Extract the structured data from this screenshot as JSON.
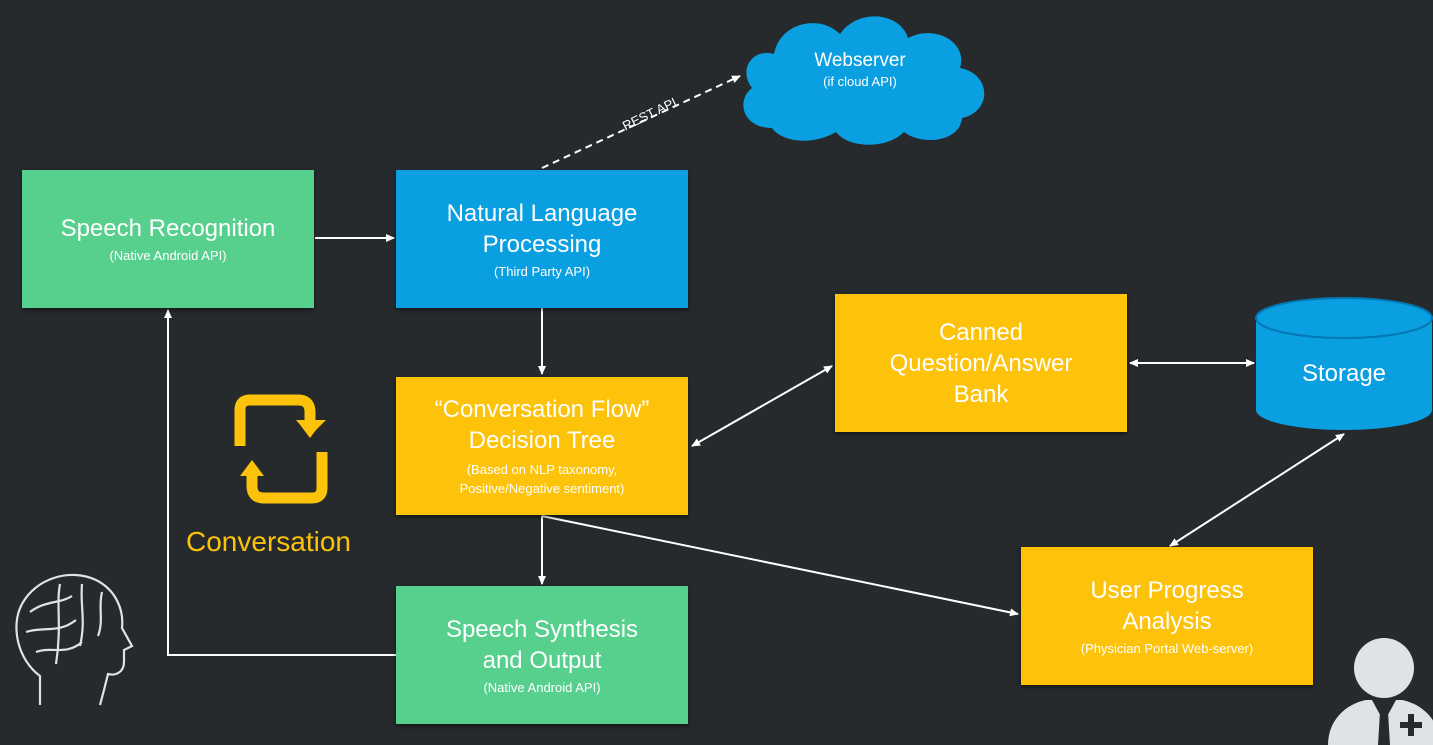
{
  "colors": {
    "background": "#262a2c",
    "green": "#57d08e",
    "blue": "#0a9fe0",
    "yellow": "#fdc20a",
    "cloud": "#0a9fe0",
    "arrow": "#ffffff"
  },
  "nodes": {
    "speech_recognition": {
      "title": "Speech Recognition",
      "subtitle": "(Native Android API)"
    },
    "nlp": {
      "title_line1": "Natural Language",
      "title_line2": "Processing",
      "subtitle": "(Third Party API)"
    },
    "decision_tree": {
      "title_line1": "“Conversation Flow”",
      "title_line2": "Decision Tree",
      "subtitle_line1": "(Based on NLP taxonomy,",
      "subtitle_line2": "Positive/Negative sentiment)"
    },
    "canned_bank": {
      "title_line1": "Canned",
      "title_line2": "Question/Answer",
      "title_line3": "Bank"
    },
    "storage": {
      "title": "Storage"
    },
    "speech_synthesis": {
      "title_line1": "Speech Synthesis",
      "title_line2": "and Output",
      "subtitle": "(Native Android API)"
    },
    "user_progress": {
      "title_line1": "User Progress",
      "title_line2": "Analysis",
      "subtitle": "(Physician Portal Web-server)"
    },
    "webserver": {
      "title": "Webserver",
      "subtitle": "(if cloud API)"
    }
  },
  "edge_labels": {
    "rest_api": "REST API"
  },
  "conversation": {
    "label": "Conversation",
    "icon": "cycle-arrows-icon"
  },
  "icons": {
    "head": "brain-head-icon",
    "doctor": "doctor-icon"
  }
}
